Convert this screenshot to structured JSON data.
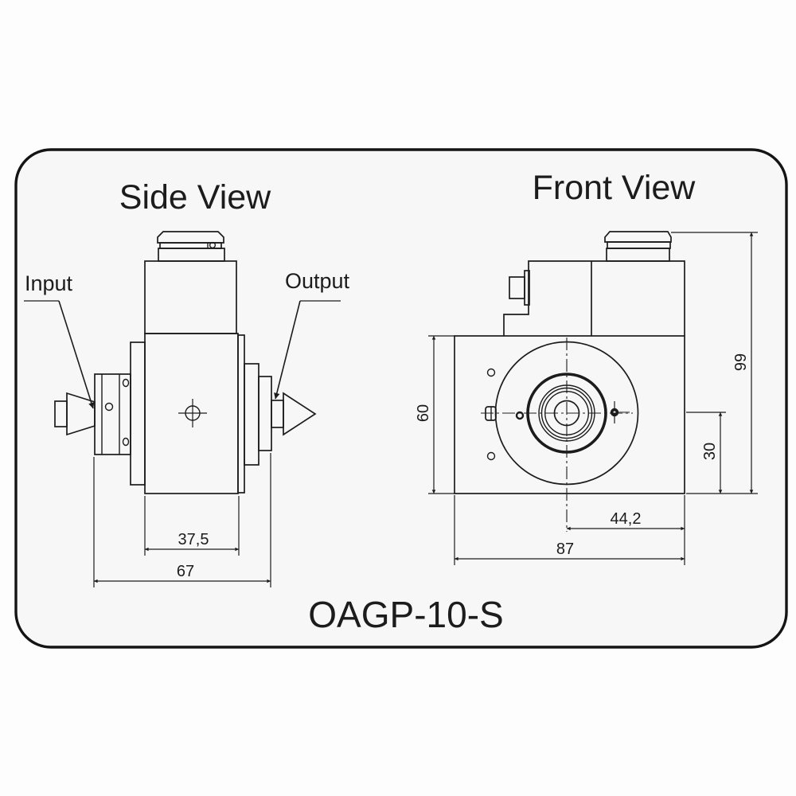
{
  "model_label": "OAGP-10-S",
  "side_view": {
    "title": "Side View",
    "input_label": "Input",
    "output_label": "Output",
    "dims": {
      "body_width": "37,5",
      "overall_length": "67"
    }
  },
  "front_view": {
    "title": "Front View",
    "dims": {
      "body_height": "60",
      "overall_height": "99",
      "center_to_base": "30",
      "center_to_edge": "44,2",
      "overall_width": "87"
    }
  },
  "colors": {
    "line": "#1c1c1c",
    "card_background": "#f7f7f8",
    "page_background": "#fdfdfd"
  }
}
